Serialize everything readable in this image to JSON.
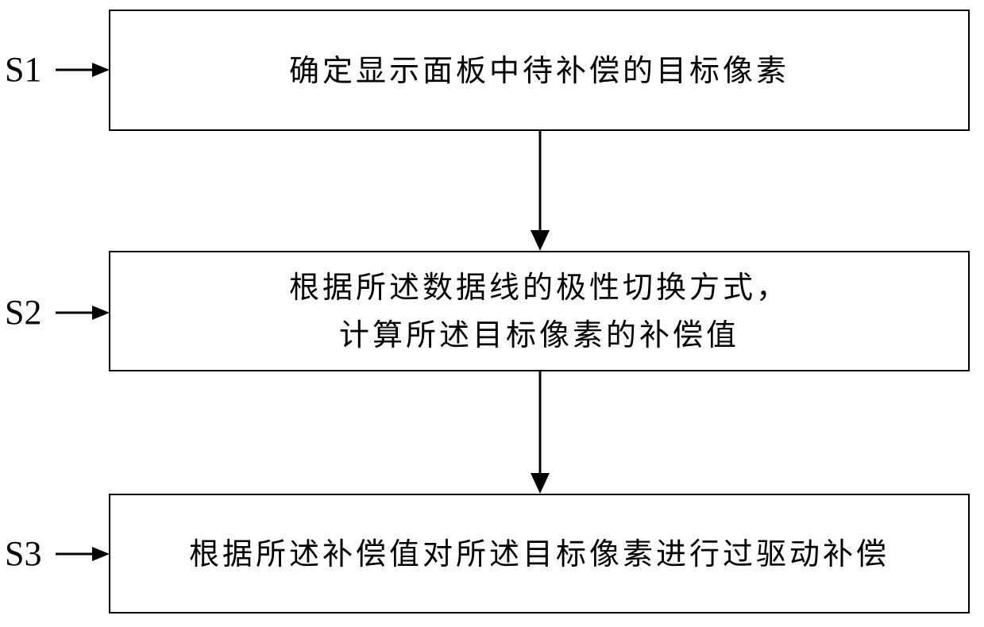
{
  "steps": [
    {
      "label": "S1",
      "lines": [
        "确定显示面板中待补偿的目标像素"
      ]
    },
    {
      "label": "S2",
      "lines": [
        "根据所述数据线的极性切换方式，",
        "计算所述目标像素的补偿值"
      ]
    },
    {
      "label": "S3",
      "lines": [
        "根据所述补偿值对所述目标像素进行过驱动补偿"
      ]
    }
  ],
  "colors": {
    "stroke": "#000000",
    "background": "#ffffff"
  }
}
